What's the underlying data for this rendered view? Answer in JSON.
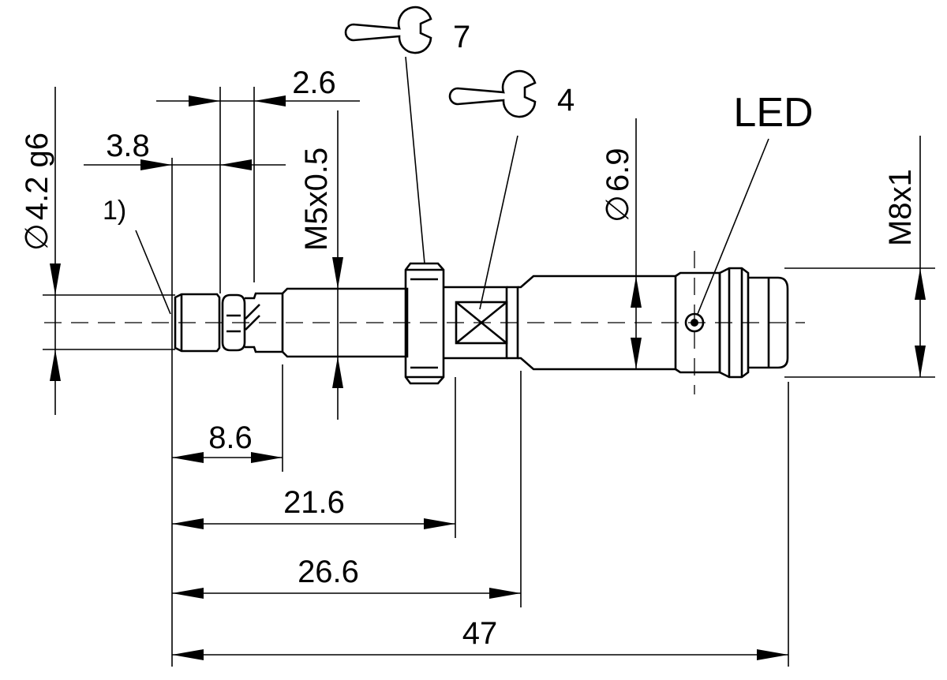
{
  "dimensions": {
    "overall_length": "47",
    "to_second_shoulder": "26.6",
    "to_nut_face": "21.6",
    "tip_to_thread": "8.6",
    "tip_section": "3.8",
    "groove_width": "2.6",
    "tip_diameter": "4.2 g6",
    "thread_m5": "M5x0.5",
    "body_diameter": "6.9",
    "connector_thread": "M8x1"
  },
  "symbols": {
    "diameter_symbol": "∅"
  },
  "annotations": {
    "led_label": "LED",
    "note_marker": "1)",
    "wrench_large_size": "7",
    "wrench_small_size": "4"
  },
  "icons": {
    "wrench_large": "open-end-wrench-icon",
    "wrench_small": "open-end-wrench-icon"
  }
}
